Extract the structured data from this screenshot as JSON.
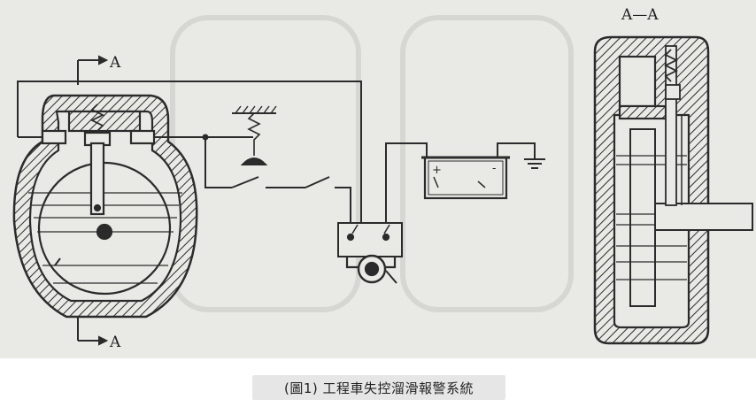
{
  "diagram": {
    "section_mark_top": "A",
    "section_mark_bottom": "A",
    "section_view_title": "A—A",
    "battery_plus": "+",
    "battery_minus": "-"
  },
  "caption": "(圖1) 工程車失控溜滑報警系統",
  "colors": {
    "ink": "#2b2b2b",
    "paper": "#e9e9e6",
    "caption_bg": "#e6e6e6"
  }
}
